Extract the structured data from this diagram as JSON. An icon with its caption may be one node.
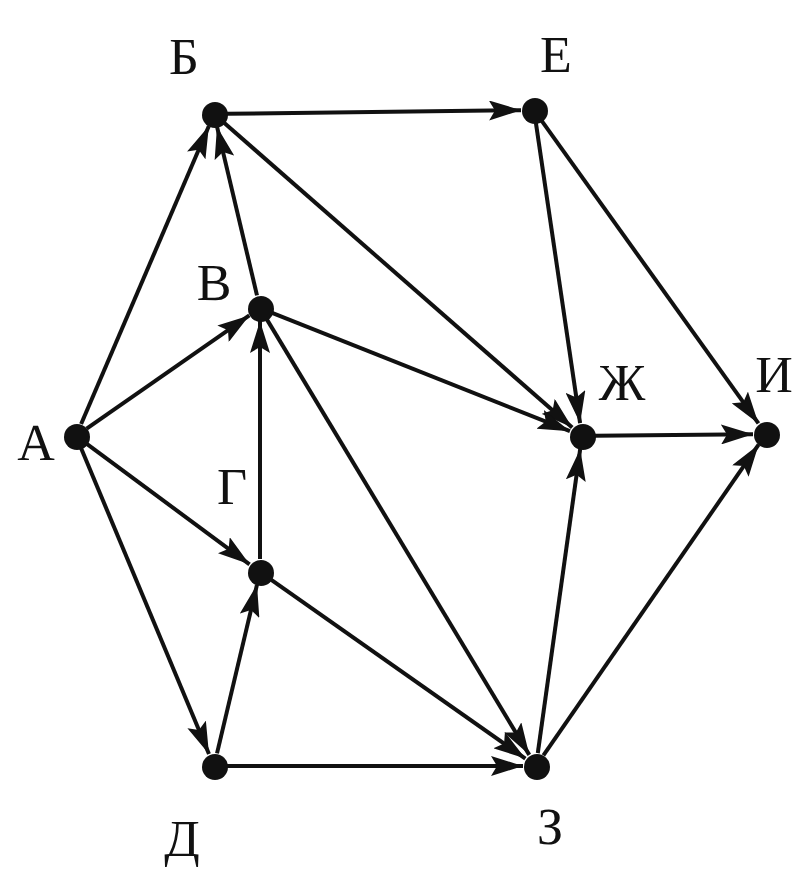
{
  "diagram": {
    "nodes": [
      {
        "text": [],
        "shape": "circle",
        "beside": [
          "А"
        ]
      },
      {
        "text": [],
        "shape": "circle",
        "beside": [
          "Б"
        ]
      },
      {
        "text": [],
        "shape": "circle",
        "beside": [
          "В"
        ]
      },
      {
        "text": [],
        "shape": "circle",
        "beside": [
          "Г"
        ]
      },
      {
        "text": [],
        "shape": "circle",
        "beside": [
          "Д"
        ]
      },
      {
        "text": [],
        "shape": "circle",
        "beside": [
          "Е"
        ]
      },
      {
        "text": [],
        "shape": "circle",
        "beside": [
          "Ж"
        ]
      },
      {
        "text": [],
        "shape": "circle",
        "beside": [
          "З"
        ]
      },
      {
        "text": [],
        "shape": "circle",
        "beside": [
          "И"
        ]
      }
    ],
    "edges": [
      {
        "from": 0,
        "to": 1,
        "arrow": "to"
      },
      {
        "from": 0,
        "to": 2,
        "arrow": "to"
      },
      {
        "from": 0,
        "to": 3,
        "arrow": "to"
      },
      {
        "from": 0,
        "to": 4,
        "arrow": "to"
      },
      {
        "from": 2,
        "to": 1,
        "arrow": "to"
      },
      {
        "from": 3,
        "to": 2,
        "arrow": "to"
      },
      {
        "from": 4,
        "to": 3,
        "arrow": "to"
      },
      {
        "from": 1,
        "to": 5,
        "arrow": "to"
      },
      {
        "from": 1,
        "to": 6,
        "arrow": "to"
      },
      {
        "from": 2,
        "to": 6,
        "arrow": "to"
      },
      {
        "from": 2,
        "to": 7,
        "arrow": "to"
      },
      {
        "from": 3,
        "to": 7,
        "arrow": "to"
      },
      {
        "from": 4,
        "to": 7,
        "arrow": "to"
      },
      {
        "from": 5,
        "to": 6,
        "arrow": "to"
      },
      {
        "from": 5,
        "to": 8,
        "arrow": "to"
      },
      {
        "from": 6,
        "to": 8,
        "arrow": "to"
      },
      {
        "from": 7,
        "to": 6,
        "arrow": "to"
      },
      {
        "from": 7,
        "to": 8,
        "arrow": "to"
      }
    ]
  }
}
